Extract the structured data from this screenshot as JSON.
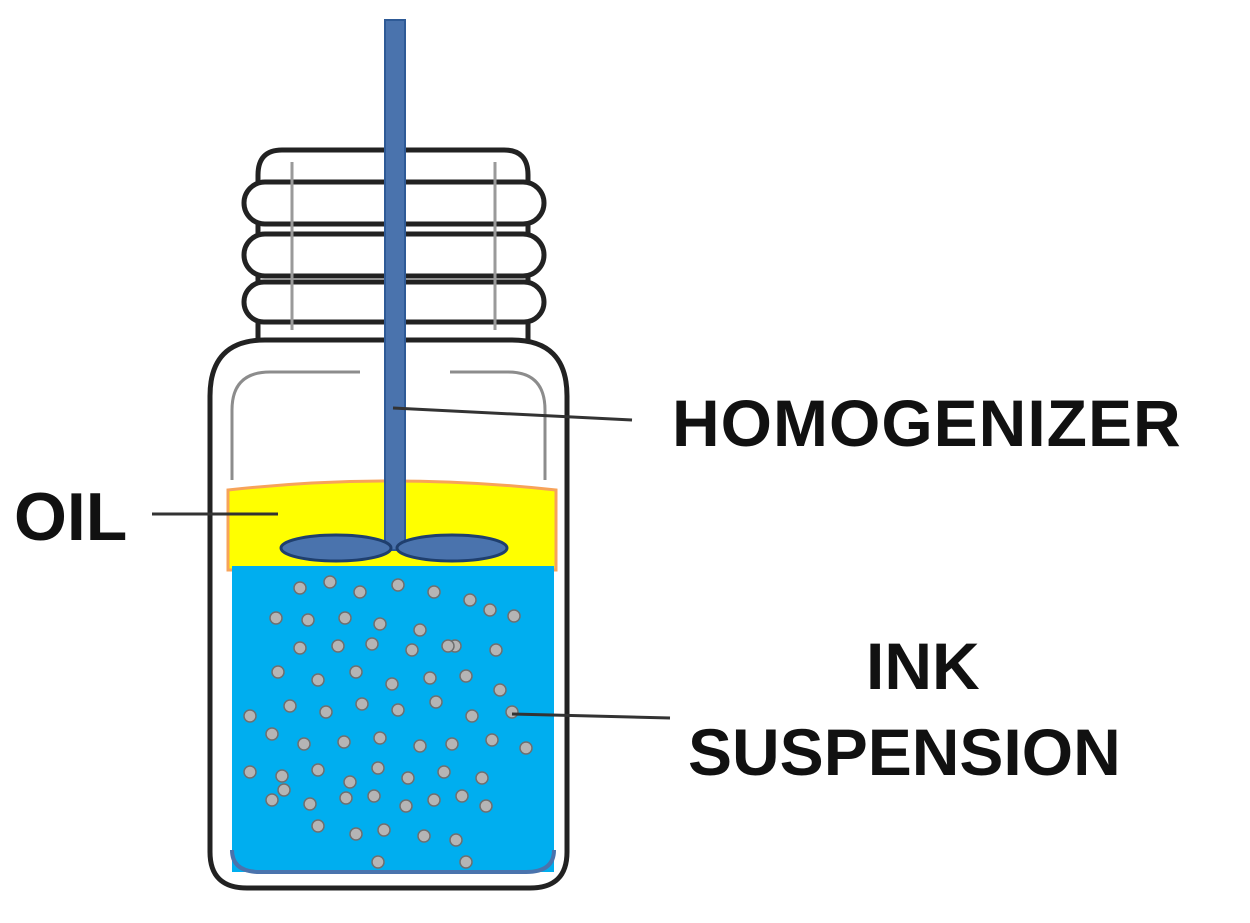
{
  "labels": {
    "homogenizer": "HOMOGENIZER",
    "oil": "OIL",
    "ink_line1": "INK",
    "ink_line2": "SUSPENSION"
  },
  "colors": {
    "oil": "#ffff00",
    "ink": "#00aeef",
    "homogenizer": "#4a73ad",
    "particle": "#b5b5b5",
    "outline": "#222222"
  },
  "icons": {
    "vial": "glass-vial-icon",
    "rod": "homogenizer-rod-icon",
    "blades": "impeller-blade-icon"
  }
}
